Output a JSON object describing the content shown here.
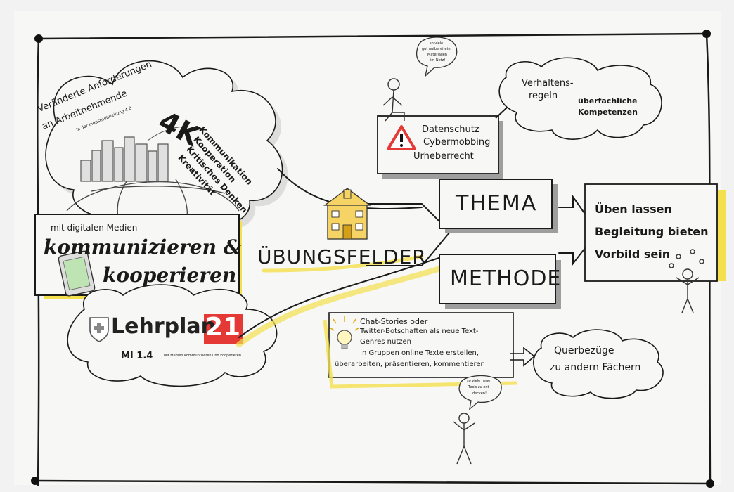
{
  "colors": {
    "yellow": "#f4e04d",
    "red": "#e53935",
    "ink": "#1a1a1a",
    "paper": "#f7f7f5",
    "shadow": "#9e9e9e"
  },
  "cloud_left": {
    "lines": [
      "Veränderte Anforderungen",
      "an Arbeitnehmende"
    ],
    "small": "in der Industriebrleitung 4.0"
  },
  "four_k": {
    "big": "4K",
    "items": [
      "Kommunikation",
      "Kooperation",
      "Kritisches Denken",
      "Kreativität"
    ]
  },
  "main_title": {
    "small": "mit digitalen Medien",
    "line1": "kommunizieren &",
    "line2": "kooperieren"
  },
  "lehrplan": {
    "word": "Lehrplan",
    "number": "21",
    "code": "MI 1.4",
    "desc": "Mit Medien kommunizieren und kooperieren"
  },
  "center": {
    "label": "ÜBUNGSFELDER",
    "icon": "school-building-icon"
  },
  "thema_box": {
    "label": "THEMA"
  },
  "methode_box": {
    "label": "METHODE"
  },
  "warning_box": {
    "lines": [
      "Datenschutz",
      "Cybermobbing",
      "Urheberrecht"
    ],
    "icon": "warning-triangle-icon"
  },
  "speech_top": {
    "lines": [
      "so viele",
      "gut aufbereitete",
      "Materialien",
      "im Netz!"
    ]
  },
  "verhaltens": {
    "lines": [
      "Verhaltens-",
      "regeln"
    ]
  },
  "cloud_topright": {
    "lines": [
      "überfachliche",
      "Kompetenzen"
    ]
  },
  "right_box": {
    "lines": [
      "Üben lassen",
      "Begleitung bieten",
      "Vorbild sein"
    ]
  },
  "ideas_box": {
    "lines": [
      "Chat-Stories oder",
      "Twitter-Botschaften als neue Text-",
      "Genres nutzen",
      "In Gruppen online Texte erstellen,",
      "überarbeiten, präsentieren, kommentieren"
    ],
    "icon": "lightbulb-icon"
  },
  "querbezuege": {
    "lines": [
      "Querbezüge",
      "zu andern Fächern"
    ]
  },
  "speech_bottom": {
    "lines": [
      "so viele neue",
      "Tools zu ent-",
      "decken!"
    ]
  }
}
